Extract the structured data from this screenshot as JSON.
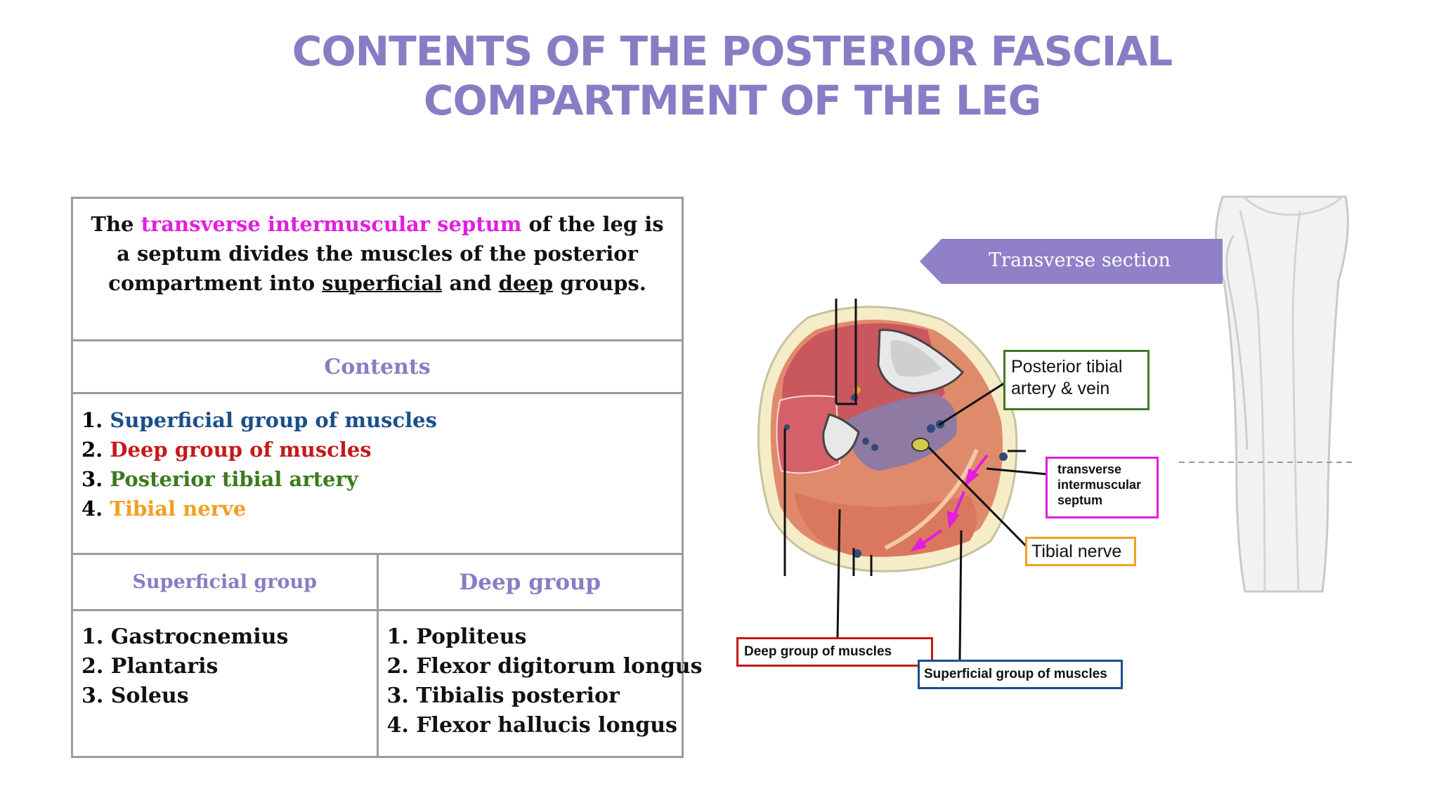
{
  "title": {
    "line1": "CONTENTS OF THE POSTERIOR FASCIAL",
    "line2": "COMPARTMENT OF THE LEG"
  },
  "intro": {
    "prefix": "The ",
    "highlight": "transverse intermuscular septum",
    "mid1": " of the leg is a septum divides the muscles of the posterior compartment into ",
    "u1": "superficial",
    "mid2": " and ",
    "u2": "deep",
    "suffix": " groups."
  },
  "contents": {
    "heading": "Contents",
    "items": [
      {
        "num": "1. ",
        "label": "Superficial group of muscles"
      },
      {
        "num": "2. ",
        "label": "Deep group of muscles"
      },
      {
        "num": "3. ",
        "label": "Posterior tibial artery"
      },
      {
        "num": "4. ",
        "label": "Tibial nerve"
      }
    ]
  },
  "superficial": {
    "heading": "Superficial group",
    "items": [
      "1. Gastrocnemius",
      "2. Plantaris",
      "3. Soleus"
    ]
  },
  "deep": {
    "heading": "Deep group",
    "items": [
      "1. Popliteus",
      "2. Flexor digitorum longus",
      "3. Tibialis posterior",
      "4. Flexor hallucis longus"
    ]
  },
  "diagram": {
    "section_label": "Transverse section",
    "labels": {
      "posterior_tibial": "Posterior tibial artery & vein",
      "posterior_tibial_l1": "Posterior tibial",
      "posterior_tibial_l2": "artery & vein",
      "septum_l1": "transverse",
      "septum_l2": "intermuscular",
      "septum_l3": "septum",
      "tibial_nerve": "Tibial nerve",
      "deep_group": "Deep group of muscles",
      "superficial_group": "Superficial group of muscles"
    }
  },
  "colors": {
    "title": "#8a7cc4",
    "pink": "#e11ee1",
    "superficial": "#1b4f8a",
    "deep": "#c41a1a",
    "artery": "#3c7a1e",
    "nerve": "#f0a020"
  }
}
